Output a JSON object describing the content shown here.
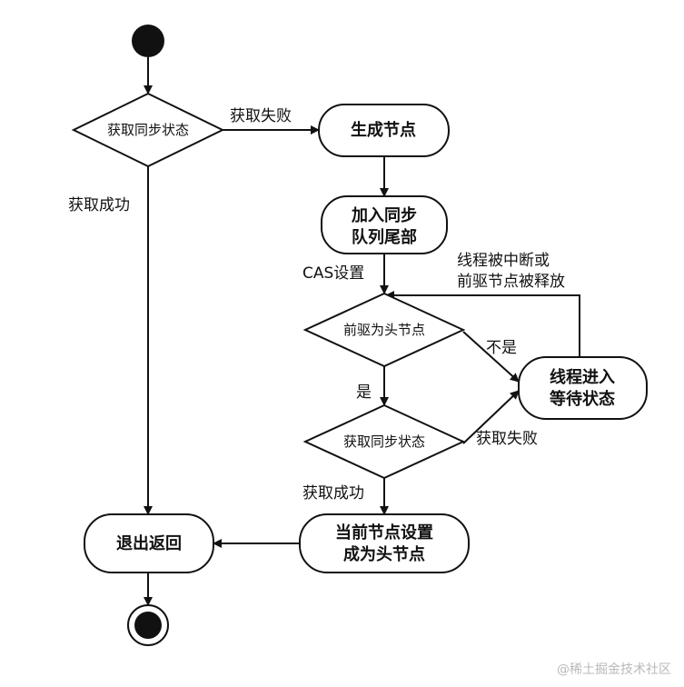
{
  "nodes": {
    "get_state_1": "获取同步状态",
    "create_node": "生成节点",
    "enqueue_line1": "加入同步",
    "enqueue_line2": "队列尾部",
    "pred_is_head": "前驱为头节点",
    "wait_line1": "线程进入",
    "wait_line2": "等待状态",
    "get_state_2": "获取同步状态",
    "set_head_line1": "当前节点设置",
    "set_head_line2": "成为头节点",
    "exit_return": "退出返回"
  },
  "edge_labels": {
    "fail_1": "获取失败",
    "success_1": "获取成功",
    "cas": "CAS设置",
    "interrupt_line1": "线程被中断或",
    "interrupt_line2": "前驱节点被释放",
    "no": "不是",
    "yes": "是",
    "fail_2": "获取失败",
    "success_2": "获取成功"
  },
  "watermark": "@稀土掘金技术社区",
  "colors": {
    "ink": "#111111",
    "background": "#ffffff",
    "watermark": "#b9b9b9"
  }
}
